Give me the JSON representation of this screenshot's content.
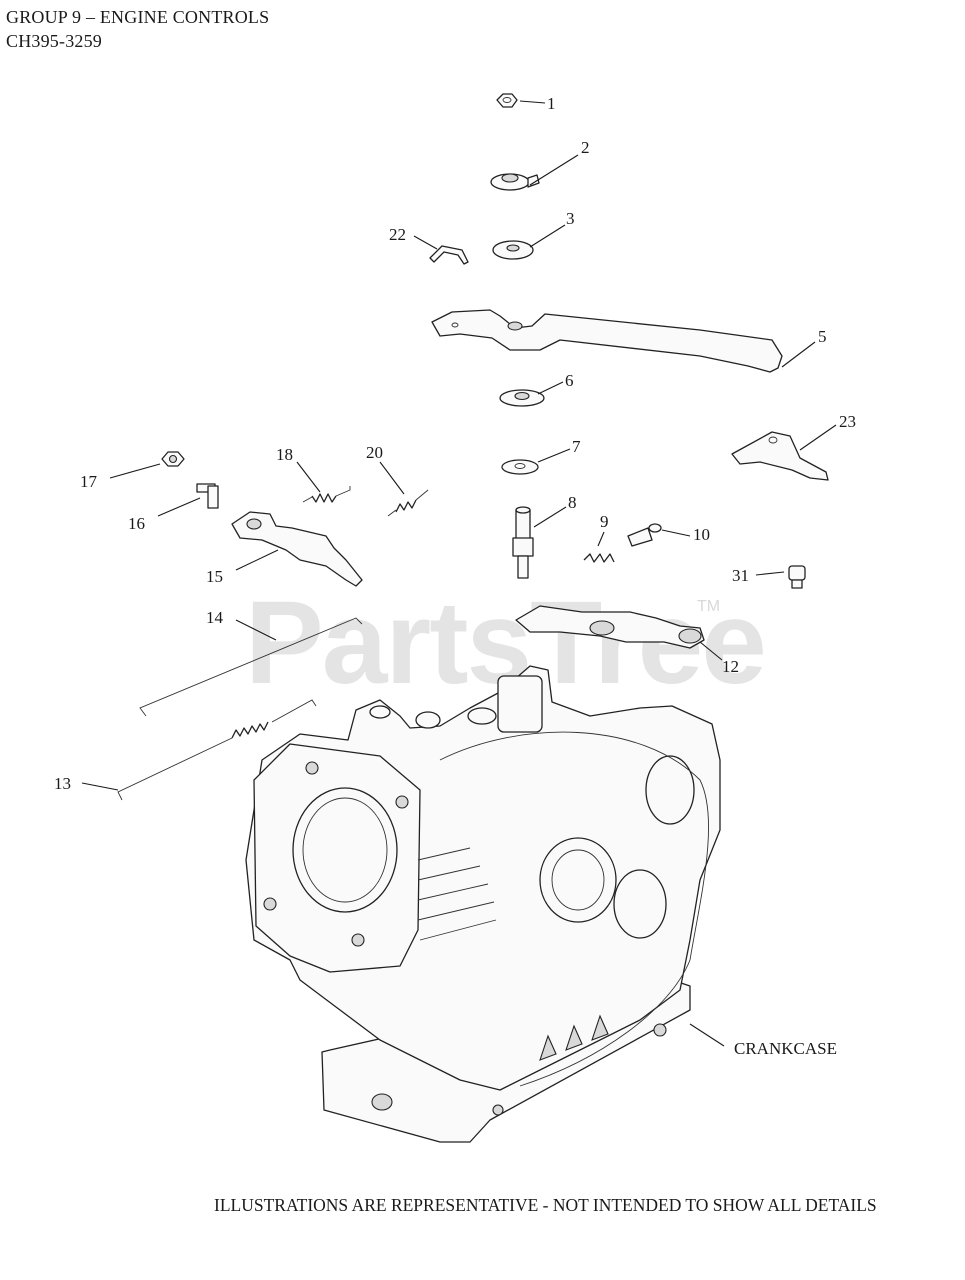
{
  "header": {
    "title": "GROUP 9 – ENGINE CONTROLS",
    "model": "CH395-3259"
  },
  "footer": {
    "note": "ILLUSTRATIONS ARE REPRESENTATIVE - NOT INTENDED TO SHOW ALL DETAILS"
  },
  "watermark": {
    "text": "PartsTree",
    "mark": "TM"
  },
  "callouts": {
    "c1": "1",
    "c2": "2",
    "c3": "3",
    "c5": "5",
    "c6": "6",
    "c7": "7",
    "c8": "8",
    "c9": "9",
    "c10": "10",
    "c12": "12",
    "c13": "13",
    "c14": "14",
    "c15": "15",
    "c16": "16",
    "c17": "17",
    "c18": "18",
    "c20": "20",
    "c22": "22",
    "c23": "23",
    "c31": "31",
    "crankcase": "CRANKCASE"
  }
}
